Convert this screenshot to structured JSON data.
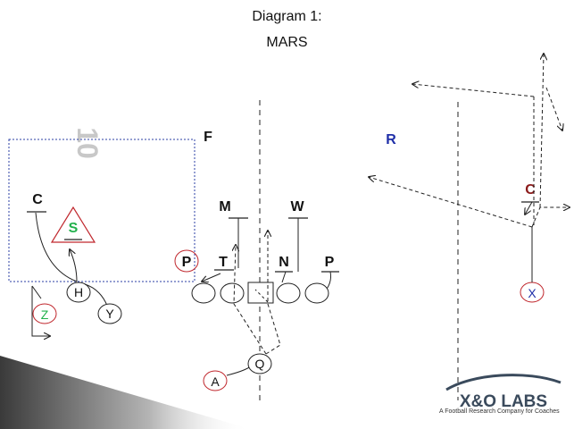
{
  "title": {
    "line1": "Diagram 1:",
    "line2": "MARS"
  },
  "field": {
    "yard_number": "10"
  },
  "players": {
    "offense": {
      "X": "X",
      "Z": "Z",
      "Y": "Y",
      "H": "H",
      "Q": "Q",
      "A": "A"
    },
    "defense": {
      "C_left": "C",
      "S": "S",
      "M": "M",
      "W": "W",
      "T": "T",
      "N": "N",
      "P_left": "P",
      "P_right": "P",
      "F": "F",
      "R": "R",
      "C_right": "C"
    }
  },
  "logo": {
    "name": "X&O LABS",
    "tagline": "A Football Research Company for Coaches"
  },
  "colors": {
    "zone_box": "#2b3fa6",
    "red_circle": "#c0272d",
    "green_label": "#22b14c",
    "blue_label": "#1f2fa8",
    "dark_red_label": "#8b1a1a",
    "line": "#222222",
    "logo_dark": "#3a4a5c"
  }
}
